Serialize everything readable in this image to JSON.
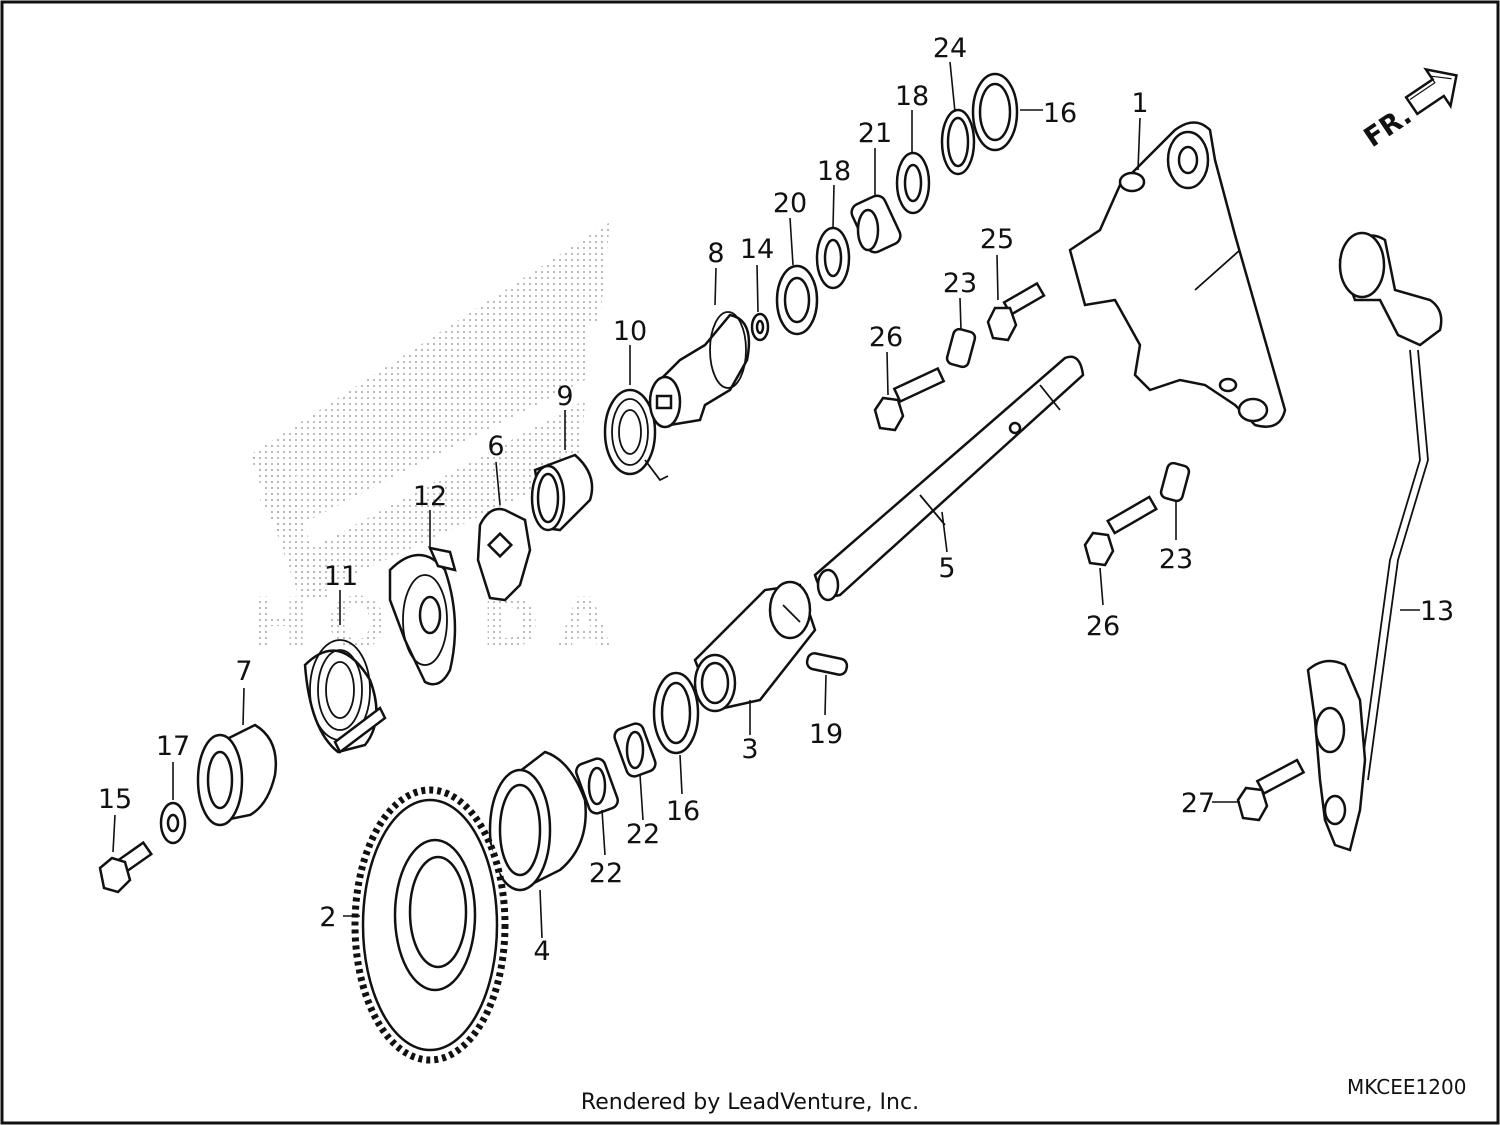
{
  "diagram": {
    "direction_label": "FR.",
    "diagram_code": "MKCEE1200",
    "credit": "Rendered by LeadVenture, Inc.",
    "watermark_text": "HONDA",
    "callouts": [
      {
        "id": "c1",
        "text": "1"
      },
      {
        "id": "c2",
        "text": "2"
      },
      {
        "id": "c3",
        "text": "3"
      },
      {
        "id": "c4",
        "text": "4"
      },
      {
        "id": "c5",
        "text": "5"
      },
      {
        "id": "c6",
        "text": "6"
      },
      {
        "id": "c7",
        "text": "7"
      },
      {
        "id": "c8",
        "text": "8"
      },
      {
        "id": "c9",
        "text": "9"
      },
      {
        "id": "c10",
        "text": "10"
      },
      {
        "id": "c11",
        "text": "11"
      },
      {
        "id": "c12",
        "text": "12"
      },
      {
        "id": "c13",
        "text": "13"
      },
      {
        "id": "c14",
        "text": "14"
      },
      {
        "id": "c15",
        "text": "15"
      },
      {
        "id": "c16a",
        "text": "16"
      },
      {
        "id": "c16b",
        "text": "16"
      },
      {
        "id": "c17",
        "text": "17"
      },
      {
        "id": "c18a",
        "text": "18"
      },
      {
        "id": "c18b",
        "text": "18"
      },
      {
        "id": "c19",
        "text": "19"
      },
      {
        "id": "c20",
        "text": "20"
      },
      {
        "id": "c21",
        "text": "21"
      },
      {
        "id": "c22a",
        "text": "22"
      },
      {
        "id": "c22b",
        "text": "22"
      },
      {
        "id": "c23a",
        "text": "23"
      },
      {
        "id": "c23b",
        "text": "23"
      },
      {
        "id": "c24",
        "text": "24"
      },
      {
        "id": "c25",
        "text": "25"
      },
      {
        "id": "c26a",
        "text": "26"
      },
      {
        "id": "c26b",
        "text": "26"
      },
      {
        "id": "c27",
        "text": "27"
      }
    ]
  }
}
